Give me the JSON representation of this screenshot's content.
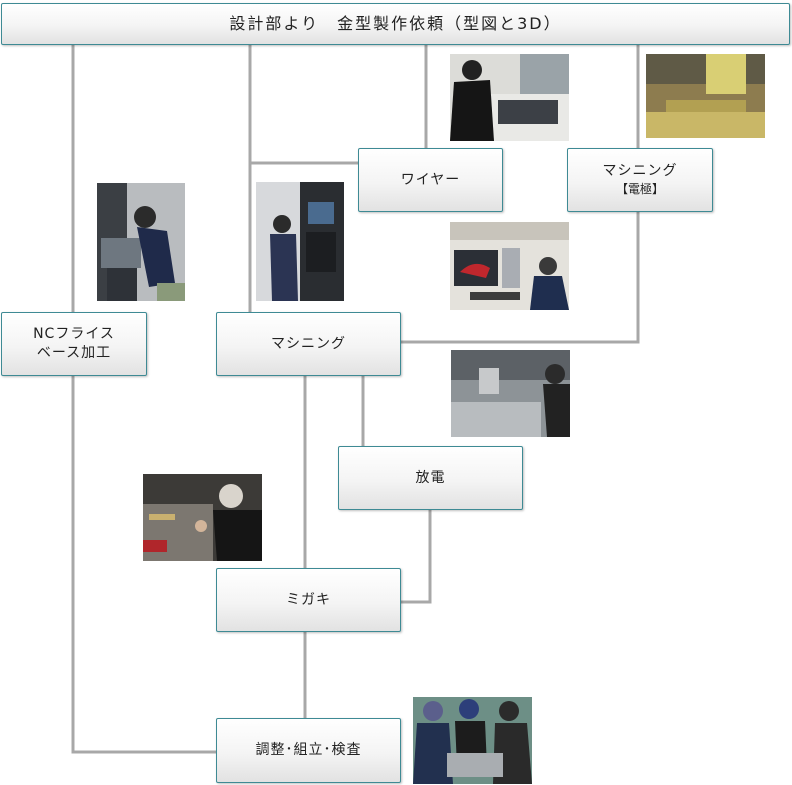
{
  "header": {
    "title": "設計部より　金型製作依頼（型図と3D）"
  },
  "nodes": {
    "nc_milling": {
      "line1": "NCフライス",
      "line2": "ベース加工"
    },
    "machining": {
      "label": "マシニング"
    },
    "wire": {
      "label": "ワイヤー"
    },
    "machining_electrode": {
      "line1": "マシニング",
      "line2": "【電極】"
    },
    "edm": {
      "label": "放電"
    },
    "polishing": {
      "label": "ミガキ"
    },
    "assembly": {
      "label": "調整･組立･検査"
    }
  },
  "colors": {
    "connector": "#a8a8a8",
    "node_border": "#3e8a94"
  },
  "photos": [
    "milling-worker-photo",
    "machining-center-photo",
    "wire-cut-photo",
    "electrode-machining-photo",
    "cad-workstation-photo",
    "edm-machine-photo",
    "polishing-worker-photo",
    "assembly-team-photo"
  ]
}
